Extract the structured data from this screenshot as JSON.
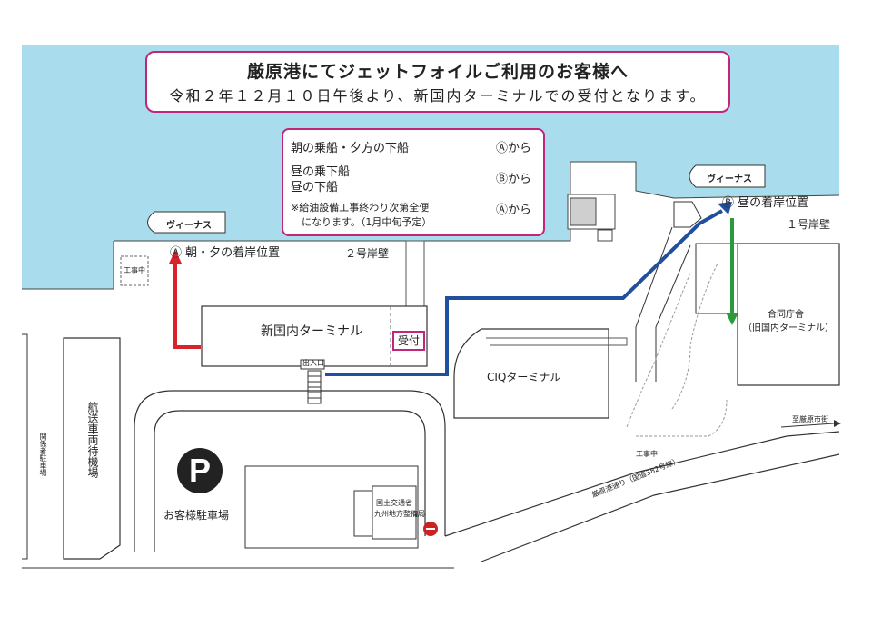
{
  "title": {
    "line1": "厳原港にてジェットフォイルご利用のお客様へ",
    "line2": "令和２年１２月１０日午後より、新国内ターミナルでの受付となります。"
  },
  "legend": {
    "row1_label": "朝の乗船・夕方の下船",
    "row1_target": "Ⓐから",
    "row2_label_a": "昼の乗下船",
    "row2_label_b": "昼の下船",
    "row2_target": "Ⓑから",
    "row3_label_a": "※給油設備工事終わり次第全便",
    "row3_label_b": "になります。（1月中旬予定）",
    "row3_target": "Ⓐから"
  },
  "labels": {
    "boat_a": "ヴィーナス",
    "boat_b": "ヴィーナス",
    "berth_a": "Ⓐ 朝・夕の着岸位置",
    "berth_b": "Ⓑ 昼の着岸位置",
    "pier2": "２号岸壁",
    "pier1": "１号岸壁",
    "new_terminal": "新国内ターミナル",
    "uketsuke": "受付",
    "entrance": "出入口",
    "ciq": "CIQターミナル",
    "godo_1": "合同庁舎",
    "godo_2": "（旧国内ターミナル）",
    "construction_1": "工事中",
    "construction_2": "工事中",
    "parking_p": "P",
    "parking": "お客様駐車場",
    "waiting": "航送車両待機場",
    "staff_parking": "関係者駐車場",
    "road": "厳原港通り（国道382号線）",
    "to_city": "至厳原市街",
    "office_1": "国土交通省",
    "office_2": "九州地方整備局"
  },
  "colors": {
    "sea": "#a9dcec",
    "red": "#d8232a",
    "blue": "#1f4f9e",
    "green": "#2b9a3c",
    "frame": "#c0267a"
  }
}
